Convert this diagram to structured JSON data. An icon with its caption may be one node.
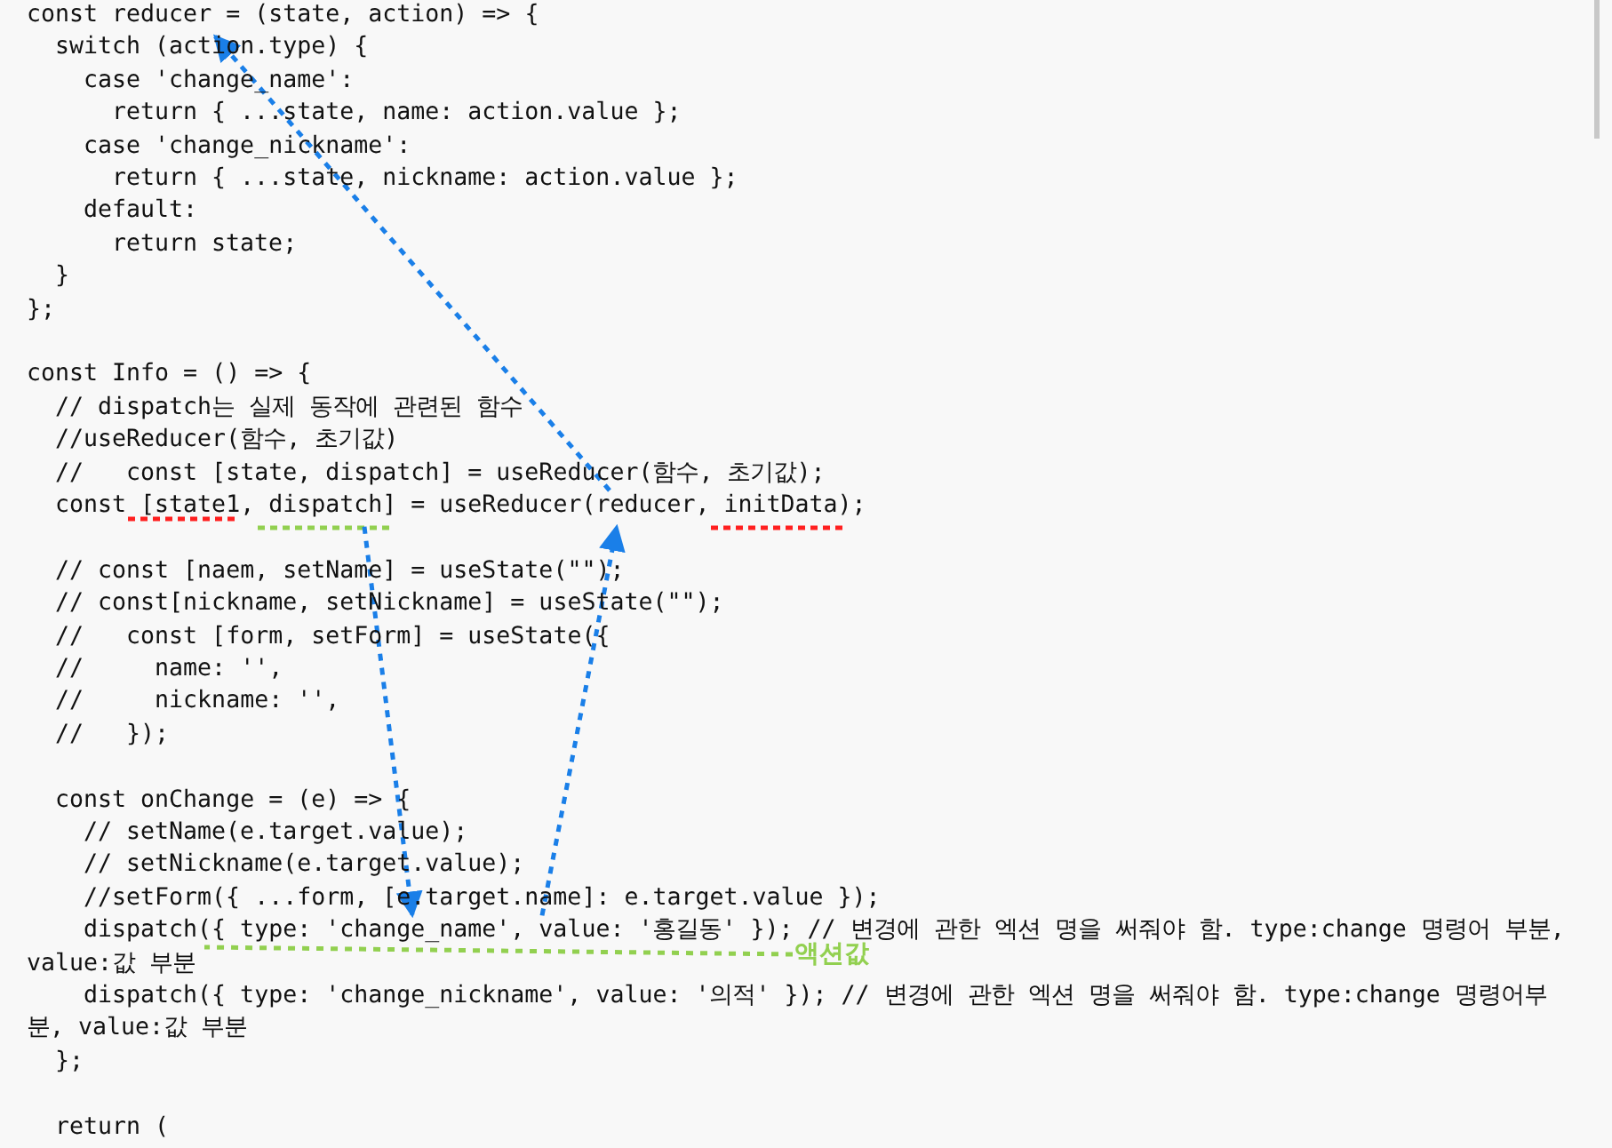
{
  "diagram": {
    "nodes": [
      {
        "text": [
          "const reducer = (state, action) => {"
        ]
      },
      {
        "text": [
          "const [state1, dispatch] = useReducer(reducer, initData);"
        ]
      },
      {
        "text": [
          "dispatch({ type: 'change_name', value: '홍길동' }); // 변경에 관한 엑션 명을 써줘야 함. type:change 명령어 부분, value:값 부분"
        ]
      },
      {
        "text": [
          "액션값"
        ]
      }
    ],
    "edges": [
      {
        "from": 1,
        "to": 0,
        "arrow": "to",
        "style": "dashed"
      },
      {
        "from": 1,
        "to": 2,
        "arrow": "to",
        "style": "dashed"
      },
      {
        "from": 2,
        "to": 1,
        "arrow": "to",
        "style": "dashed"
      },
      {
        "from": 3,
        "to": 2,
        "arrow": "none",
        "style": "dashed",
        "color": "#92d050"
      }
    ],
    "labels": [
      "switch (action.type) {",
      "case 'change_name':",
      "return { ...state, name: action.value };",
      "case 'change_nickname':",
      "return { ...state, nickname: action.value };",
      "default:",
      "return state;",
      "}",
      "};",
      "const Info = () => {",
      "// dispatch는 실제 동작에 관련된 함수",
      "//useReducer(함수, 초기값)",
      "//   const [state, dispatch] = useReducer(함수, 초기값);",
      "// const [naem, setName] = useState(\"\");",
      "// const[nickname, setNickname] = useState(\"\");",
      "//   const [form, setForm] = useState({",
      "//     name: '',",
      "//     nickname: '',",
      "//   });",
      "const onChange = (e) => {",
      "// setName(e.target.value);",
      "// setNickname(e.target.value);",
      "//setForm({ ...form, [e.target.name]: e.target.value });",
      "dispatch({ type: 'change_nickname', value: '의적' }); // 변경에 관한 엑션 명을 써줘야 함. type:change 명령어부분, value:값 부분",
      "};",
      "return ("
    ]
  }
}
